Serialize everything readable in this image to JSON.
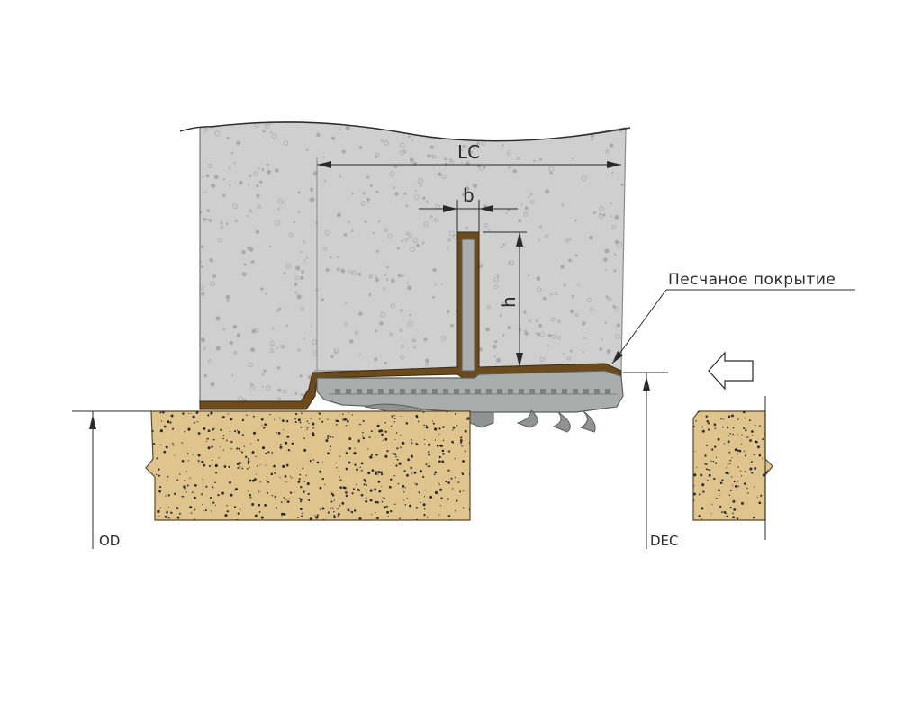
{
  "labels": {
    "lc": "LC",
    "b": "b",
    "h": "h",
    "callout": "Песчаное покрытие",
    "od": "OD",
    "dec": "DEC"
  },
  "colors": {
    "concrete": "#cfcfcf",
    "concrete_speckle": "#a9a9a9",
    "sand": "#e0c48e",
    "sand_speckle": "#2b2b2b",
    "sand_coating": "#6b4a1c",
    "profile": "#a9aeac",
    "profile_dark": "#7c817f",
    "line": "#2a2a2a"
  },
  "icons": {
    "direction": "arrow-left-icon"
  }
}
